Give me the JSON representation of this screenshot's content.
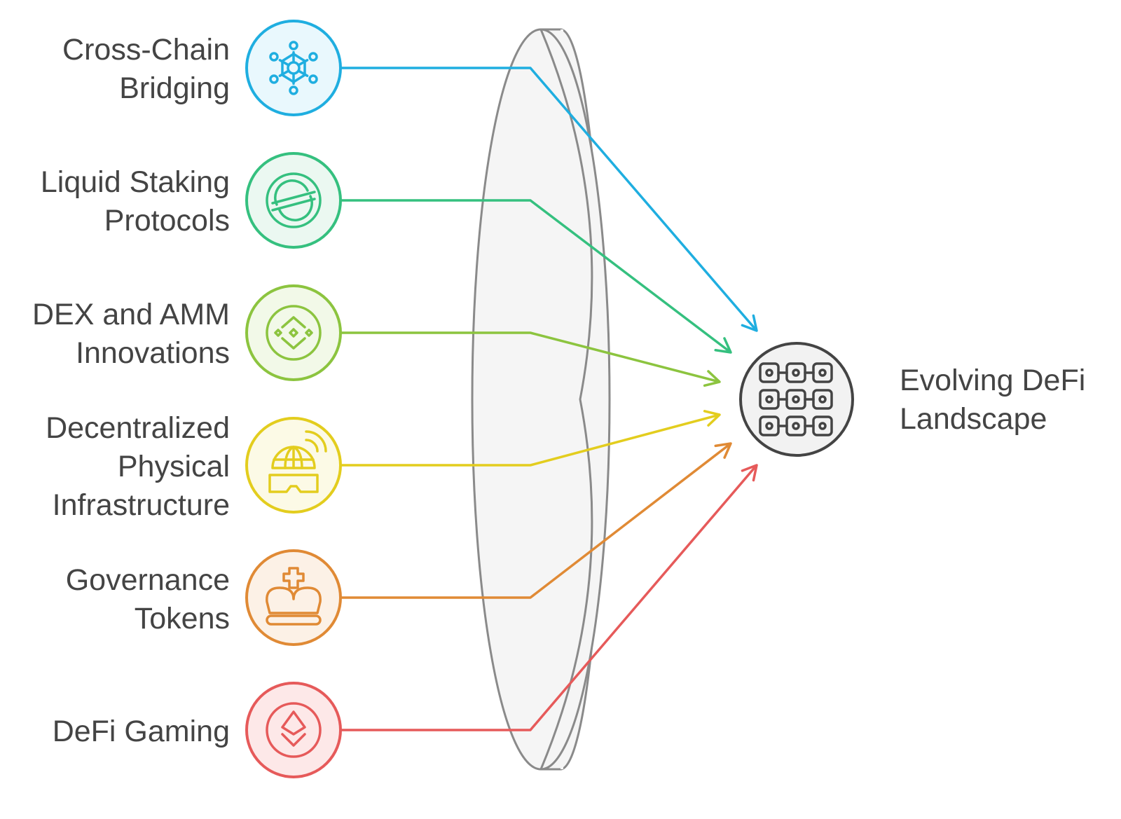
{
  "diagram": {
    "inputs": [
      {
        "id": "cross-chain",
        "label": "Cross-Chain\nBridging",
        "color": "#1faee0",
        "fill": "#e9f8fd",
        "icon": "network-nodes-icon"
      },
      {
        "id": "liquid-staking",
        "label": "Liquid Staking\nProtocols",
        "color": "#35c07f",
        "fill": "#ebf8f1",
        "icon": "stellar-coin-icon"
      },
      {
        "id": "dex-amm",
        "label": "DEX and AMM\nInnovations",
        "color": "#8cc43f",
        "fill": "#f2f9e8",
        "icon": "binance-coin-icon"
      },
      {
        "id": "depin",
        "label": "Decentralized\nPhysical\nInfrastructure",
        "color": "#e3cd1e",
        "fill": "#fcfae6",
        "icon": "vr-globe-signal-icon"
      },
      {
        "id": "governance",
        "label": "Governance\nTokens",
        "color": "#e08a35",
        "fill": "#fcf1e6",
        "icon": "crown-icon"
      },
      {
        "id": "defi-gaming",
        "label": "DeFi Gaming",
        "color": "#e65a5a",
        "fill": "#fde8e8",
        "icon": "ethereum-coin-icon"
      }
    ],
    "output": {
      "label": "Evolving DeFi\nLandscape",
      "color": "#444444",
      "fill": "#f2f2f2",
      "icon": "blockchain-grid-icon"
    },
    "lens": {
      "stroke": "#8a8a8a",
      "fill": "#f5f5f5"
    }
  }
}
